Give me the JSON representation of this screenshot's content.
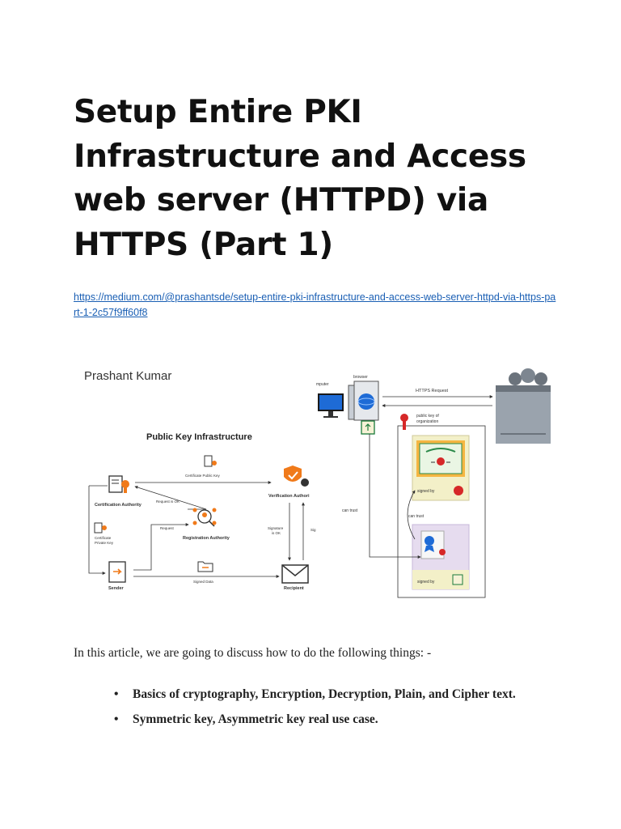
{
  "title": "Setup Entire PKI Infrastructure and Access web server (HTTPD) via HTTPS (Part 1)",
  "link": "https://medium.com/@prashantsde/setup-entire-pki-infrastructure-and-access-web-server-httpd-via-https-part-1-2c57f9ff60f8",
  "figure": {
    "author": "Prashant Kumar",
    "pki_title": "Public Key Infrastructure",
    "nodes": {
      "ca": "Certification Authority",
      "va": "Verification Authori",
      "ra": "Registration Authority",
      "sender": "Sender",
      "recipient": "Recipient",
      "cert_private_key_1": "Certificate",
      "cert_private_key_2": "Private Key"
    },
    "edges": {
      "cert_public_key": "Certificate Public Key",
      "request_ok": "Request is OK",
      "request": "Request",
      "signature_ok_1": "Signature",
      "signature_ok_2": "is OK",
      "sig": "Sig",
      "signed_data": "Signed Data"
    },
    "https": {
      "computer": "mputer",
      "browser": "browser",
      "https_request": "HTTPS Request",
      "public_key_1": "public key of",
      "public_key_2": "organization",
      "can_trust_1": "can trust",
      "can_trust_2": "can trust",
      "signed_by_1": "signed by",
      "signed_by_2": "signed by"
    }
  },
  "intro": "In this article, we are going to discuss how to do the following things: -",
  "bullets": [
    "Basics of cryptography, Encryption, Decryption, Plain, and Cipher text.",
    "Symmetric key, Asymmetric key real use case."
  ],
  "colors": {
    "title": "#111111",
    "link": "#1a5fb4",
    "accent_orange": "#f07a1a",
    "server_gray": "#9aa3ad"
  }
}
